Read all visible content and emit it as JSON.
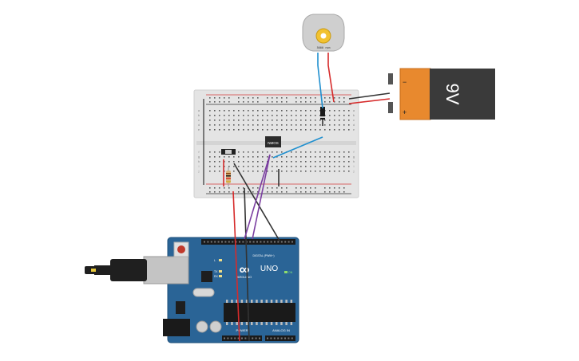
{
  "motor": {
    "label": "5000 rpm"
  },
  "battery": {
    "label": "9V",
    "minus": "−",
    "plus": "+"
  },
  "breadboard": {
    "row_letters_top": [
      "a",
      "b",
      "c",
      "d",
      "e"
    ],
    "row_letters_bottom": [
      "f",
      "g",
      "h",
      "i",
      "j"
    ]
  },
  "transistor": {
    "label": "NMOS"
  },
  "arduino": {
    "brand": "ARDUINO",
    "model": "UNO",
    "logo": "∞",
    "digital_label": "DIGITAL (PWM~)",
    "power_label": "POWER",
    "analog_label": "ANALOG IN",
    "on_label": "ON",
    "l_label": "L",
    "tx_label": "TX",
    "rx_label": "RX"
  },
  "colors": {
    "wire_red": "#d62b2b",
    "wire_black": "#333333",
    "wire_blue": "#1f8fcf",
    "wire_purple": "#7b3fa1",
    "arduino_board": "#2a6496",
    "battery_orange": "#e8892e",
    "battery_dark": "#3a3a3a",
    "breadboard": "#e6e6e6"
  }
}
